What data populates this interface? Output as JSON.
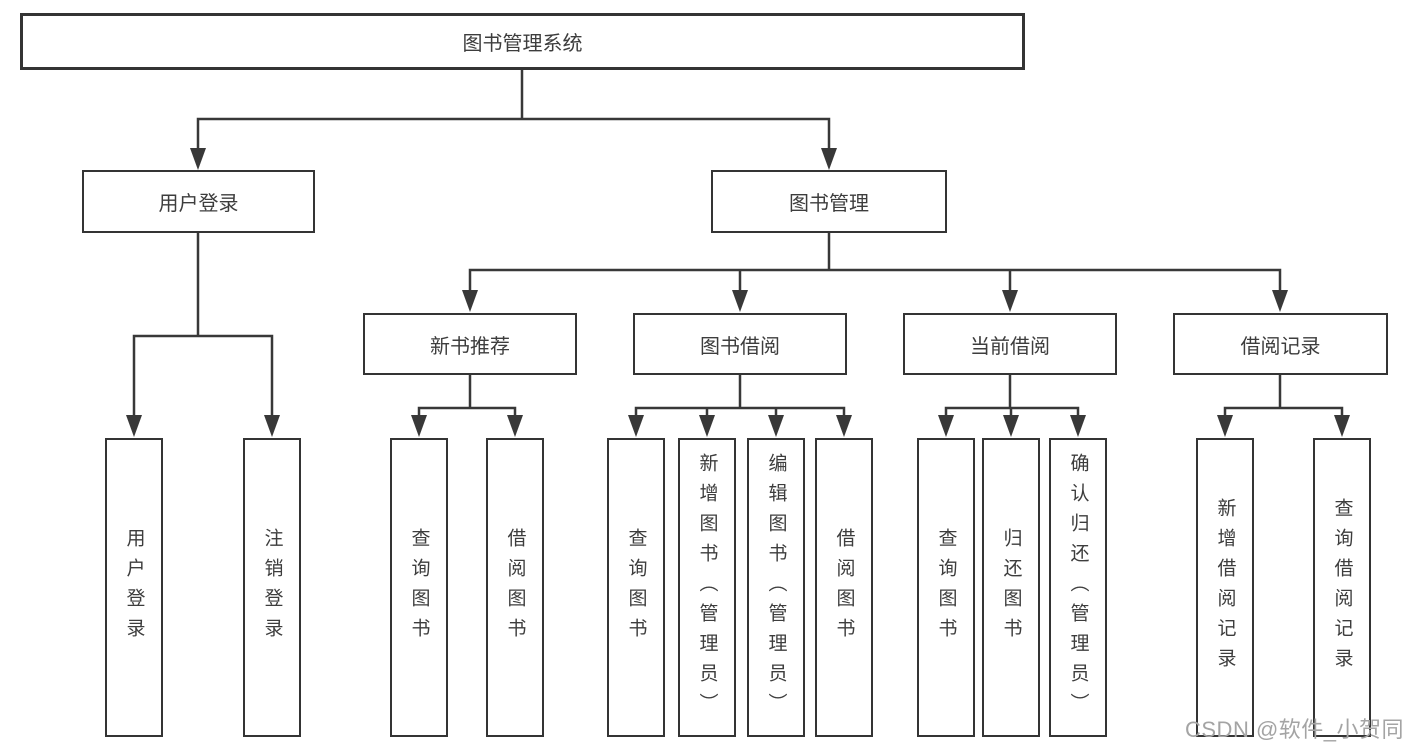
{
  "tree": {
    "label": "图书管理系统",
    "children": [
      {
        "label": "用户登录",
        "children": [
          {
            "label": "用户登录"
          },
          {
            "label": "注销登录"
          }
        ]
      },
      {
        "label": "图书管理",
        "children": [
          {
            "label": "新书推荐",
            "children": [
              {
                "label": "查询图书"
              },
              {
                "label": "借阅图书"
              }
            ]
          },
          {
            "label": "图书借阅",
            "children": [
              {
                "label": "查询图书"
              },
              {
                "label": "新增图书（管理员）"
              },
              {
                "label": "编辑图书（管理员）"
              },
              {
                "label": "借阅图书"
              }
            ]
          },
          {
            "label": "当前借阅",
            "children": [
              {
                "label": "查询图书"
              },
              {
                "label": "归还图书"
              },
              {
                "label": "确认归还（管理员）"
              }
            ]
          },
          {
            "label": "借阅记录",
            "children": [
              {
                "label": "新增借阅记录"
              },
              {
                "label": "查询借阅记录"
              }
            ]
          }
        ]
      }
    ]
  },
  "watermark": "CSDN @软件_小贺同学",
  "colors": {
    "line": "#383838",
    "box_border": "#343434",
    "box_fill": "#ffffff",
    "text": "#3d3d3d",
    "watermark": "#a4a4a4",
    "background": "#ffffff"
  }
}
